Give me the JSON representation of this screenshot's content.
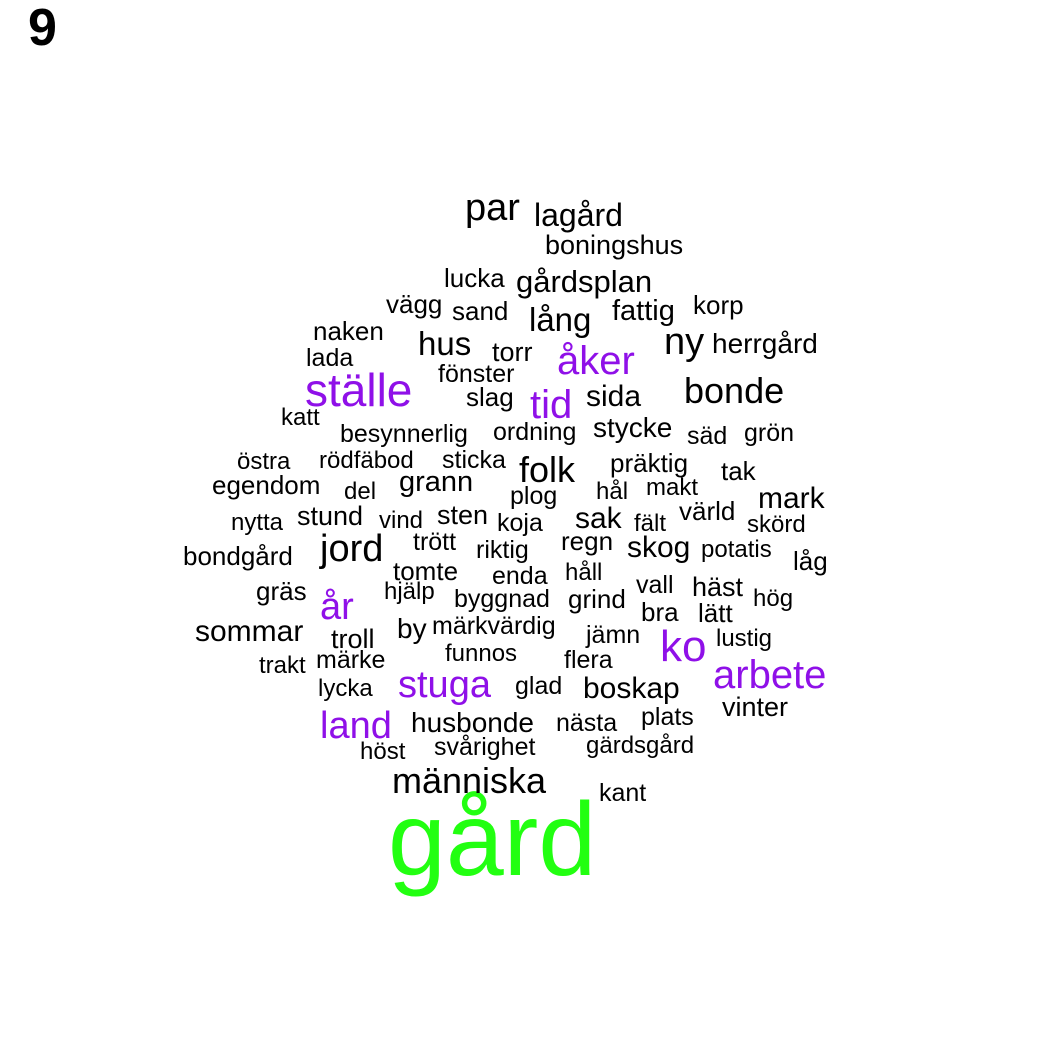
{
  "panel_label": "9",
  "colors": {
    "top": "#22ff11",
    "high": "#8f10e8",
    "normal": "#000000"
  },
  "words": [
    {
      "text": "gård",
      "freq": "top"
    },
    {
      "text": "ställe",
      "freq": "high"
    },
    {
      "text": "åker",
      "freq": "high"
    },
    {
      "text": "tid",
      "freq": "high"
    },
    {
      "text": "år",
      "freq": "high"
    },
    {
      "text": "ko",
      "freq": "high"
    },
    {
      "text": "arbete",
      "freq": "high"
    },
    {
      "text": "stuga",
      "freq": "high"
    },
    {
      "text": "land",
      "freq": "high"
    },
    {
      "text": "par",
      "freq": "normal"
    },
    {
      "text": "lagård",
      "freq": "normal"
    },
    {
      "text": "boningshus",
      "freq": "normal"
    },
    {
      "text": "lucka",
      "freq": "normal"
    },
    {
      "text": "gårdsplan",
      "freq": "normal"
    },
    {
      "text": "vägg",
      "freq": "normal"
    },
    {
      "text": "sand",
      "freq": "normal"
    },
    {
      "text": "lång",
      "freq": "normal"
    },
    {
      "text": "fattig",
      "freq": "normal"
    },
    {
      "text": "korp",
      "freq": "normal"
    },
    {
      "text": "naken",
      "freq": "normal"
    },
    {
      "text": "hus",
      "freq": "normal"
    },
    {
      "text": "torr",
      "freq": "normal"
    },
    {
      "text": "ny",
      "freq": "normal"
    },
    {
      "text": "herrgård",
      "freq": "normal"
    },
    {
      "text": "lada",
      "freq": "normal"
    },
    {
      "text": "fönster",
      "freq": "normal"
    },
    {
      "text": "bonde",
      "freq": "normal"
    },
    {
      "text": "slag",
      "freq": "normal"
    },
    {
      "text": "sida",
      "freq": "normal"
    },
    {
      "text": "katt",
      "freq": "normal"
    },
    {
      "text": "besynnerlig",
      "freq": "normal"
    },
    {
      "text": "ordning",
      "freq": "normal"
    },
    {
      "text": "stycke",
      "freq": "normal"
    },
    {
      "text": "säd",
      "freq": "normal"
    },
    {
      "text": "grön",
      "freq": "normal"
    },
    {
      "text": "östra",
      "freq": "normal"
    },
    {
      "text": "rödfäbod",
      "freq": "normal"
    },
    {
      "text": "sticka",
      "freq": "normal"
    },
    {
      "text": "folk",
      "freq": "normal"
    },
    {
      "text": "präktig",
      "freq": "normal"
    },
    {
      "text": "tak",
      "freq": "normal"
    },
    {
      "text": "egendom",
      "freq": "normal"
    },
    {
      "text": "del",
      "freq": "normal"
    },
    {
      "text": "grann",
      "freq": "normal"
    },
    {
      "text": "plog",
      "freq": "normal"
    },
    {
      "text": "hål",
      "freq": "normal"
    },
    {
      "text": "makt",
      "freq": "normal"
    },
    {
      "text": "mark",
      "freq": "normal"
    },
    {
      "text": "nytta",
      "freq": "normal"
    },
    {
      "text": "stund",
      "freq": "normal"
    },
    {
      "text": "vind",
      "freq": "normal"
    },
    {
      "text": "sten",
      "freq": "normal"
    },
    {
      "text": "koja",
      "freq": "normal"
    },
    {
      "text": "sak",
      "freq": "normal"
    },
    {
      "text": "fält",
      "freq": "normal"
    },
    {
      "text": "värld",
      "freq": "normal"
    },
    {
      "text": "skörd",
      "freq": "normal"
    },
    {
      "text": "bondgård",
      "freq": "normal"
    },
    {
      "text": "jord",
      "freq": "normal"
    },
    {
      "text": "trött",
      "freq": "normal"
    },
    {
      "text": "riktig",
      "freq": "normal"
    },
    {
      "text": "regn",
      "freq": "normal"
    },
    {
      "text": "skog",
      "freq": "normal"
    },
    {
      "text": "potatis",
      "freq": "normal"
    },
    {
      "text": "låg",
      "freq": "normal"
    },
    {
      "text": "tomte",
      "freq": "normal"
    },
    {
      "text": "enda",
      "freq": "normal"
    },
    {
      "text": "håll",
      "freq": "normal"
    },
    {
      "text": "gräs",
      "freq": "normal"
    },
    {
      "text": "hjälp",
      "freq": "normal"
    },
    {
      "text": "byggnad",
      "freq": "normal"
    },
    {
      "text": "grind",
      "freq": "normal"
    },
    {
      "text": "vall",
      "freq": "normal"
    },
    {
      "text": "häst",
      "freq": "normal"
    },
    {
      "text": "hög",
      "freq": "normal"
    },
    {
      "text": "bra",
      "freq": "normal"
    },
    {
      "text": "lätt",
      "freq": "normal"
    },
    {
      "text": "sommar",
      "freq": "normal"
    },
    {
      "text": "by",
      "freq": "normal"
    },
    {
      "text": "märkvärdig",
      "freq": "normal"
    },
    {
      "text": "troll",
      "freq": "normal"
    },
    {
      "text": "jämn",
      "freq": "normal"
    },
    {
      "text": "lustig",
      "freq": "normal"
    },
    {
      "text": "trakt",
      "freq": "normal"
    },
    {
      "text": "märke",
      "freq": "normal"
    },
    {
      "text": "funnos",
      "freq": "normal"
    },
    {
      "text": "flera",
      "freq": "normal"
    },
    {
      "text": "lycka",
      "freq": "normal"
    },
    {
      "text": "glad",
      "freq": "normal"
    },
    {
      "text": "boskap",
      "freq": "normal"
    },
    {
      "text": "vinter",
      "freq": "normal"
    },
    {
      "text": "husbonde",
      "freq": "normal"
    },
    {
      "text": "nästa",
      "freq": "normal"
    },
    {
      "text": "plats",
      "freq": "normal"
    },
    {
      "text": "höst",
      "freq": "normal"
    },
    {
      "text": "svårighet",
      "freq": "normal"
    },
    {
      "text": "gärdsgård",
      "freq": "normal"
    },
    {
      "text": "människa",
      "freq": "normal"
    },
    {
      "text": "kant",
      "freq": "normal"
    }
  ]
}
